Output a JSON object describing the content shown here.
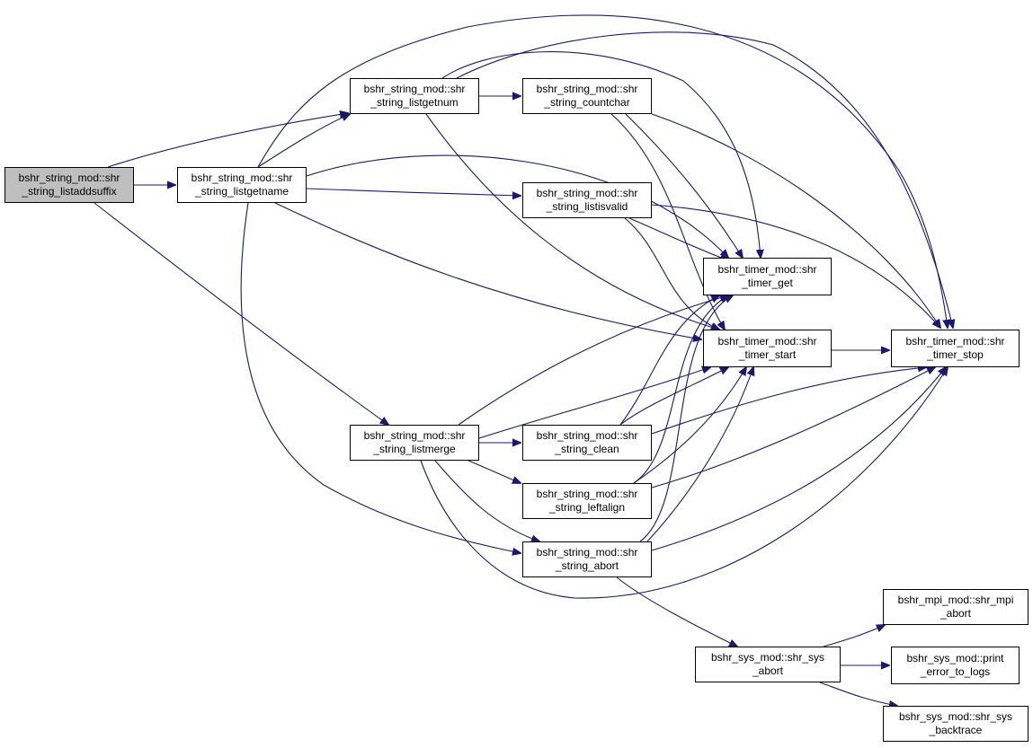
{
  "colors": {
    "edge": "#191970",
    "root_fill": "#bfbfbf",
    "node_fill": "#ffffff",
    "border": "#000000"
  },
  "nodes": [
    {
      "id": "listaddsuffix",
      "line1": "bshr_string_mod::shr",
      "line2": "_string_listaddsuffix",
      "root": true
    },
    {
      "id": "listgetname",
      "line1": "bshr_string_mod::shr",
      "line2": "_string_listgetname"
    },
    {
      "id": "listgetnum",
      "line1": "bshr_string_mod::shr",
      "line2": "_string_listgetnum"
    },
    {
      "id": "countchar",
      "line1": "bshr_string_mod::shr",
      "line2": "_string_countchar"
    },
    {
      "id": "listisvalid",
      "line1": "bshr_string_mod::shr",
      "line2": "_string_listisvalid"
    },
    {
      "id": "timer_get",
      "line1": "bshr_timer_mod::shr",
      "line2": "_timer_get"
    },
    {
      "id": "timer_start",
      "line1": "bshr_timer_mod::shr",
      "line2": "_timer_start"
    },
    {
      "id": "timer_stop",
      "line1": "bshr_timer_mod::shr",
      "line2": "_timer_stop"
    },
    {
      "id": "listmerge",
      "line1": "bshr_string_mod::shr",
      "line2": "_string_listmerge"
    },
    {
      "id": "clean",
      "line1": "bshr_string_mod::shr",
      "line2": "_string_clean"
    },
    {
      "id": "leftalign",
      "line1": "bshr_string_mod::shr",
      "line2": "_string_leftalign"
    },
    {
      "id": "abort",
      "line1": "bshr_string_mod::shr",
      "line2": "_string_abort"
    },
    {
      "id": "sys_abort",
      "line1": "bshr_sys_mod::shr_sys",
      "line2": "_abort"
    },
    {
      "id": "mpi_abort",
      "line1": "bshr_mpi_mod::shr_mpi",
      "line2": "_abort"
    },
    {
      "id": "print_error",
      "line1": "bshr_sys_mod::print",
      "line2": "_error_to_logs"
    },
    {
      "id": "backtrace",
      "line1": "bshr_sys_mod::shr_sys",
      "line2": "_backtrace"
    }
  ]
}
